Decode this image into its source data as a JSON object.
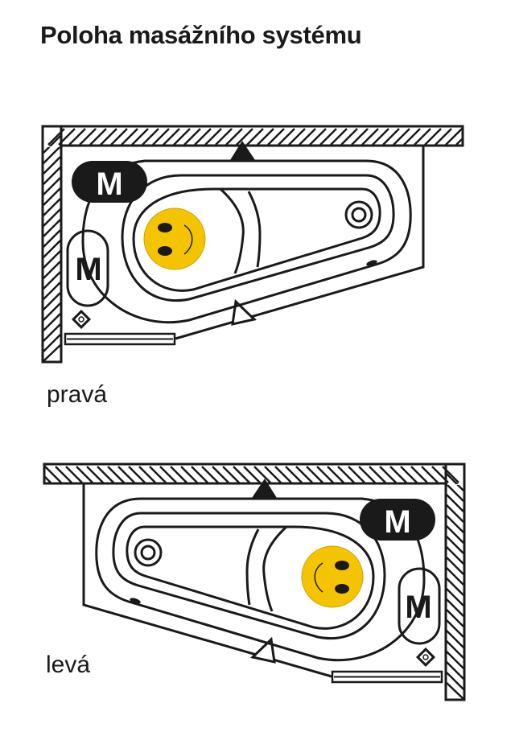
{
  "title": "Poloha masážního systému",
  "variants": [
    {
      "label": "pravá",
      "orientation": "right",
      "badge_top": "M",
      "badge_side": "M"
    },
    {
      "label": "levá",
      "orientation": "left",
      "badge_top": "M",
      "badge_side": "M"
    }
  ],
  "colors": {
    "line": "#1a1a1a",
    "smiley": "#f5c400",
    "badge": "#1a1a1a"
  }
}
